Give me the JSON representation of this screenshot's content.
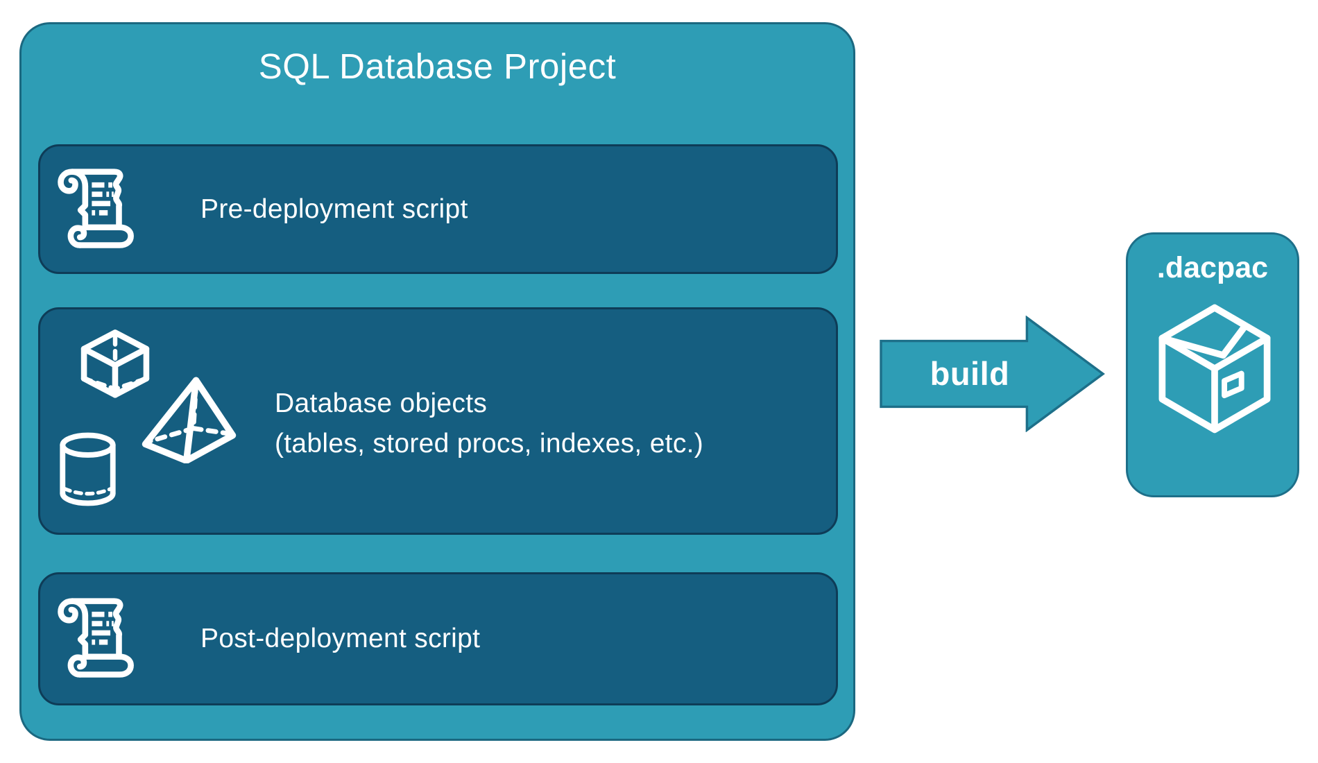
{
  "colors": {
    "teal": "#2E9DB5",
    "teal_border": "#1B6880",
    "dark_teal": "#155E80",
    "dark_border": "#0E3C57",
    "arrow_border": "#1D6F89",
    "text": "#FFFFFF"
  },
  "project": {
    "title": "SQL Database Project",
    "boxes": [
      {
        "id": "pre-deployment",
        "label": "Pre-deployment script",
        "icon": "scroll-icon"
      },
      {
        "id": "database-objects",
        "line1": "Database objects",
        "line2": "(tables, stored procs, indexes, etc.)",
        "icons": [
          "cube-icon",
          "pyramid-icon",
          "cylinder-icon"
        ]
      },
      {
        "id": "post-deployment",
        "label": "Post-deployment script",
        "icon": "scroll-icon"
      }
    ]
  },
  "arrow": {
    "label": "build",
    "direction": "right"
  },
  "artifact": {
    "label": ".dacpac",
    "icon": "package-icon"
  }
}
